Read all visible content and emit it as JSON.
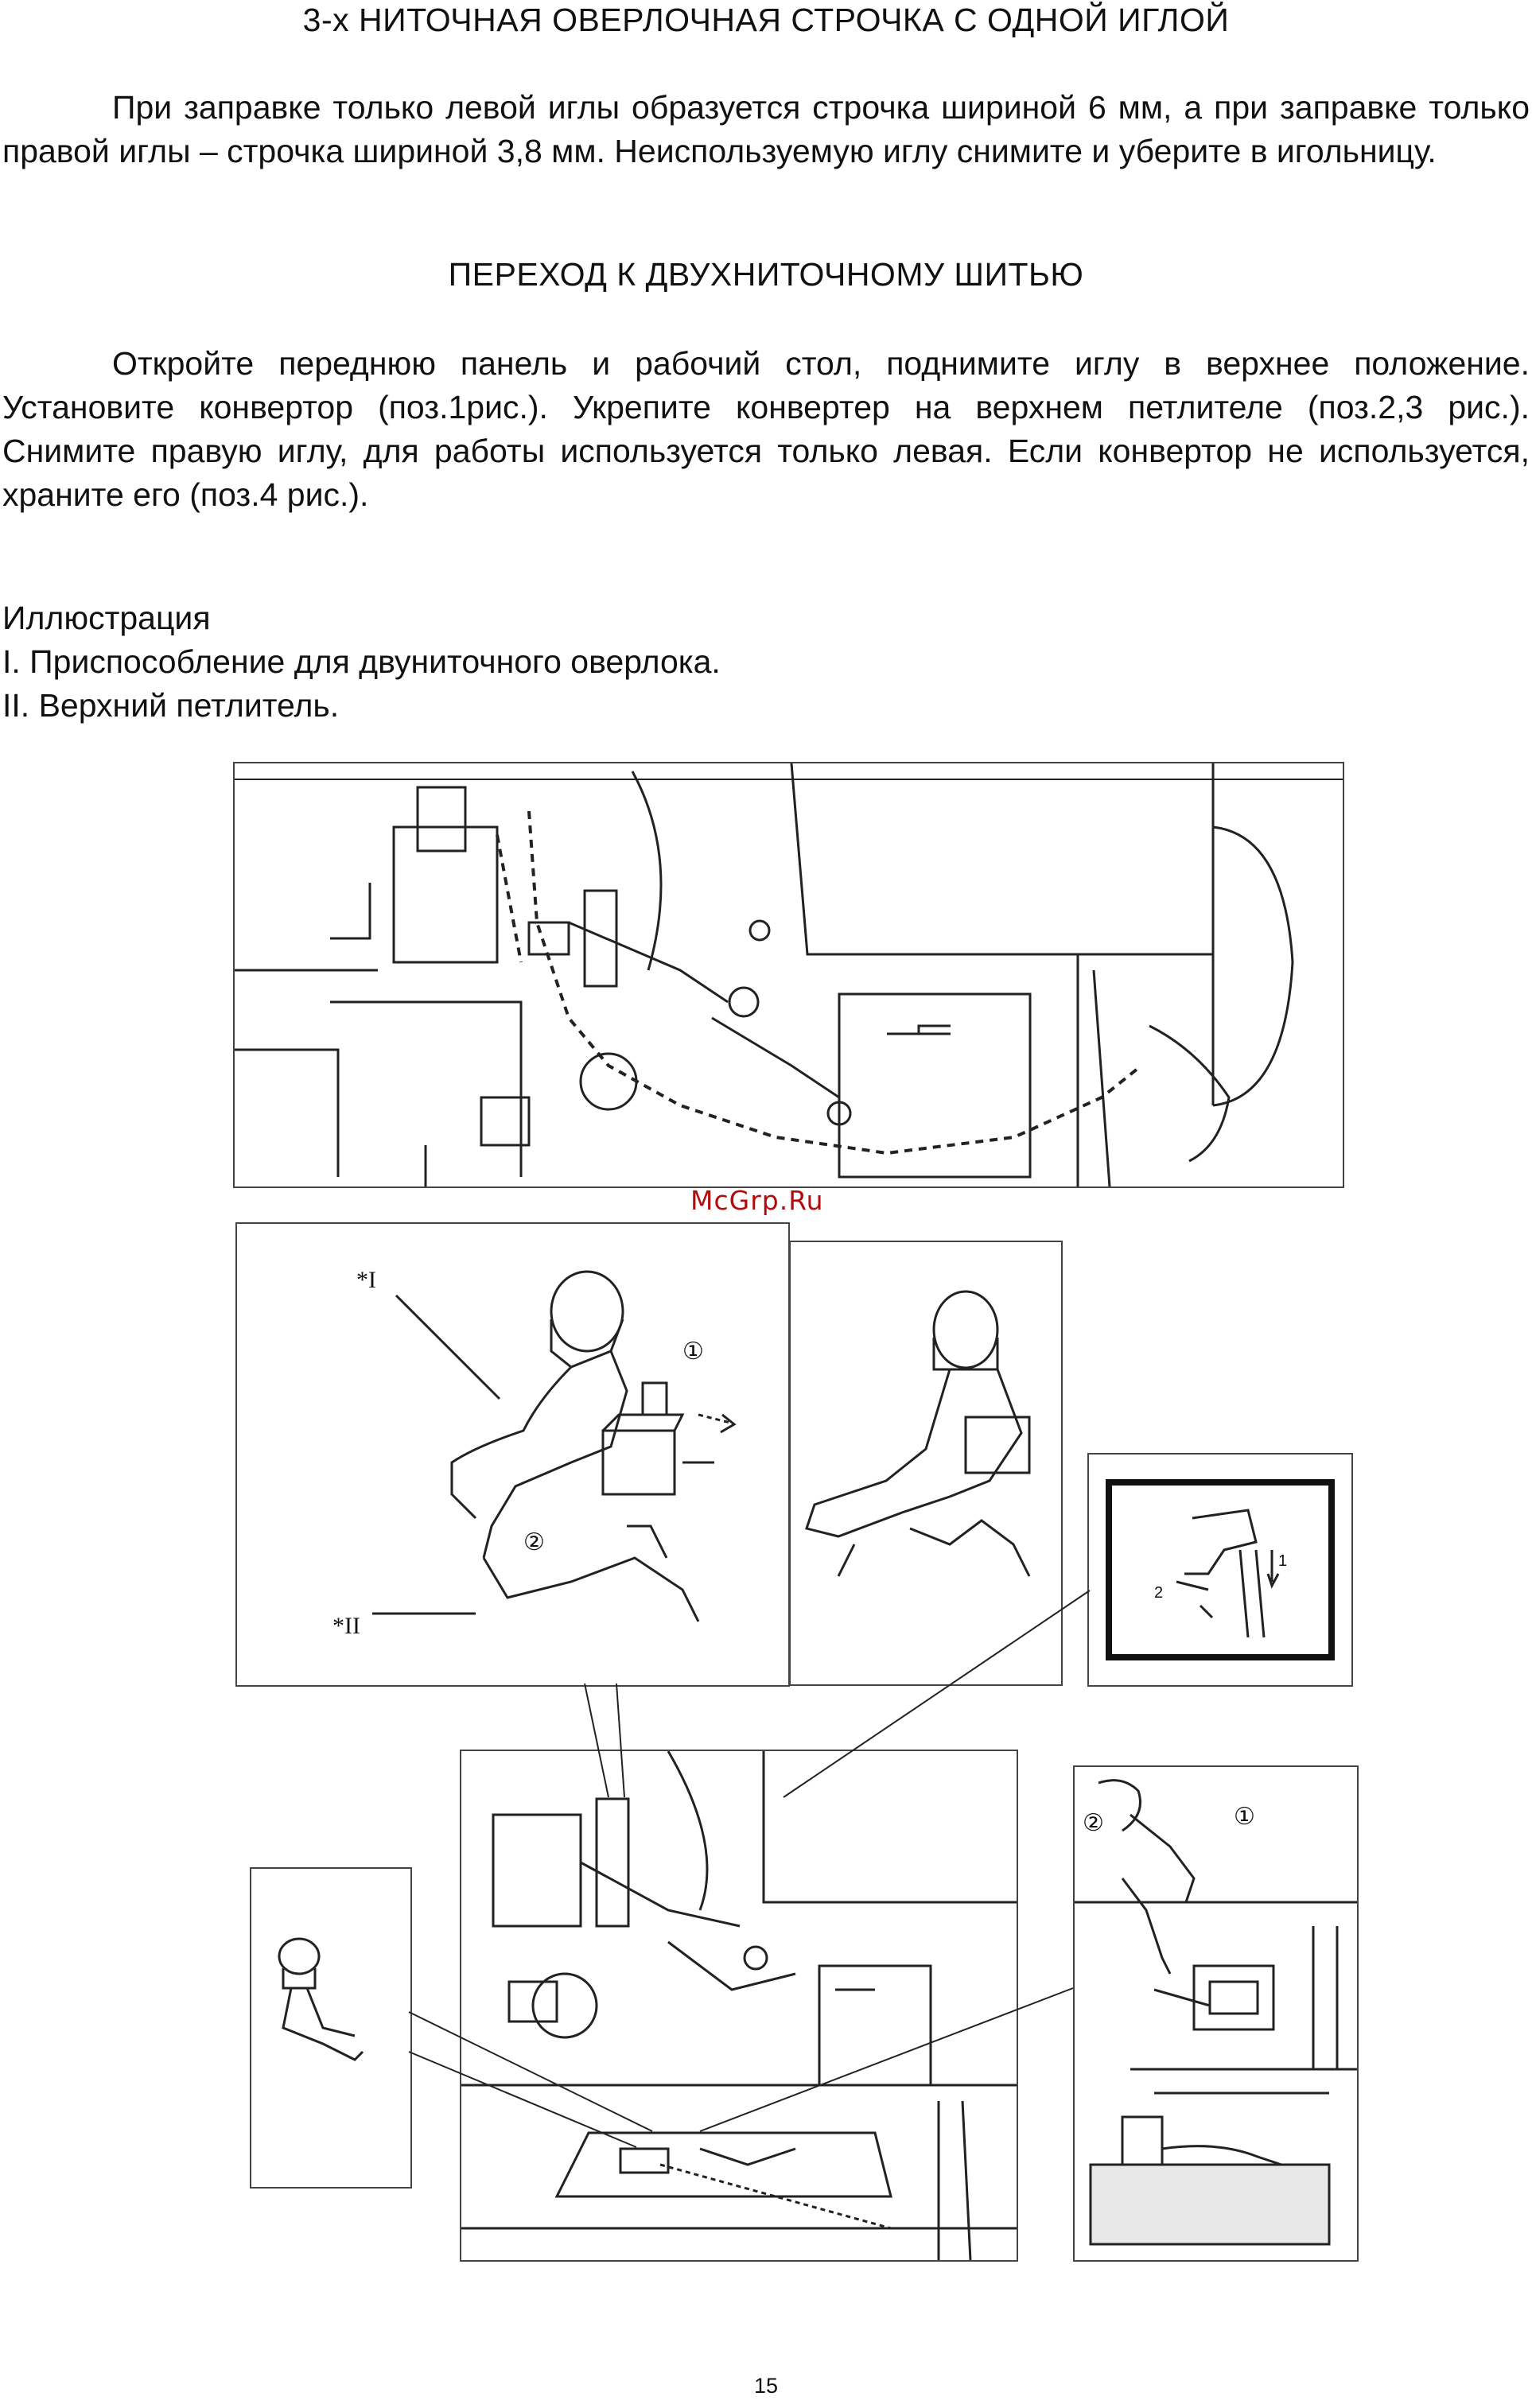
{
  "title": "3-х НИТОЧНАЯ ОВЕРЛОЧНАЯ СТРОЧКА С ОДНОЙ ИГЛОЙ",
  "paragraph1": "При заправке только левой иглы образуется строчка шириной 6 мм, а при заправке только правой иглы – строчка шириной 3,8 мм. Неиспользуемую иглу снимите и уберите в игольницу.",
  "section_title": "ПЕРЕХОД К ДВУХНИТОЧНОМУ ШИТЬЮ",
  "paragraph2": "Откройте переднюю панель и рабочий стол, поднимите иглу в верхнее положение. Установите конвертор (поз.1рис.). Укрепите конвертер на верхнем петлителе (поз.2,3 рис.). Снимите правую иглу, для работы используется только левая. Если конвертор не используется, храните его (поз.4 рис.).",
  "illustration": {
    "heading": "Иллюстрация",
    "items": [
      "I.  Приспособление для двуниточного оверлока.",
      "II. Верхний петлитель."
    ]
  },
  "figure_labels": {
    "mark_I": "*I",
    "mark_II": "*II",
    "circle_1": "①",
    "circle_2": "②",
    "inset_1": "1",
    "inset_2": "2"
  },
  "watermark": "McGrp.Ru",
  "page_number": "15"
}
